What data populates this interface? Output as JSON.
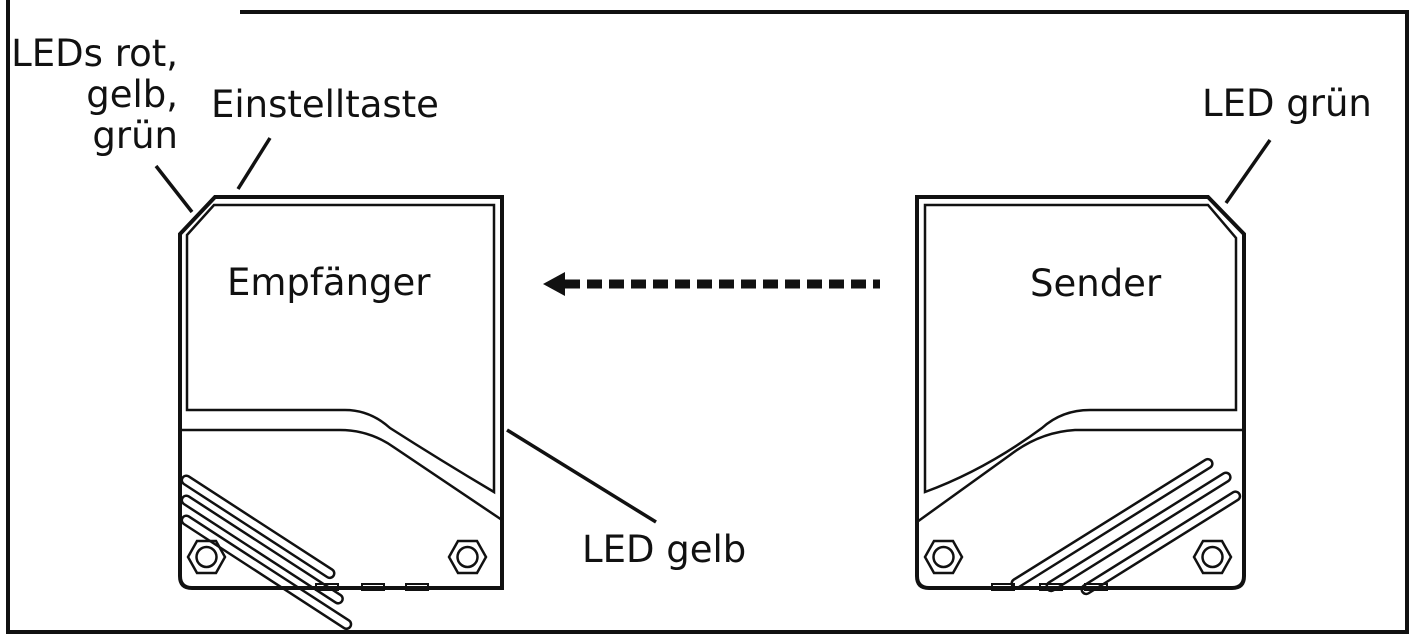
{
  "labels": {
    "receiver_leds": [
      "LEDs rot,",
      "gelb,",
      "grün"
    ],
    "receiver_button": "Einstelltaste",
    "receiver_name": "Empfänger",
    "receiver_led_yellow": "LED gelb",
    "sender_name": "Sender",
    "sender_led_green": "LED grün"
  },
  "colors": {
    "ink": "#111111",
    "background": "#ffffff"
  }
}
